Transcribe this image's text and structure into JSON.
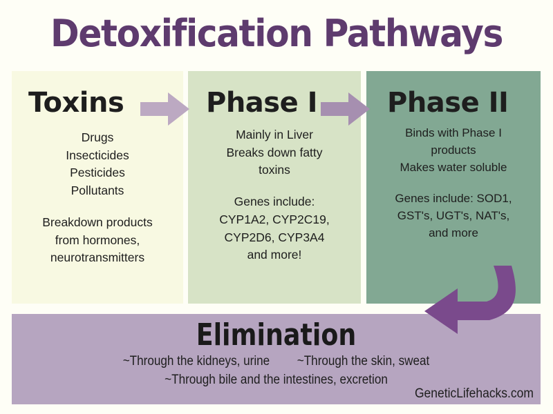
{
  "title": "Detoxification Pathways",
  "colors": {
    "page_background": "#FEFEF6",
    "title_purple": "#5E3B6E",
    "column_1_bg": "#F8F9E2",
    "column_2_bg": "#D7E3C6",
    "column_3_bg": "#82A893",
    "elimination_bg": "#B6A5C0",
    "arrow_light_mauve": "#BCA9C2",
    "arrow_mauve": "#A68FB0",
    "curved_arrow_purple": "#7A4A8C",
    "body_text": "#1E1E1E"
  },
  "columns": [
    {
      "heading": "Toxins",
      "block_1": [
        "Drugs",
        "Insecticides",
        "Pesticides",
        "Pollutants"
      ],
      "block_2": [
        "Breakdown products",
        "from hormones,",
        "neurotransmitters"
      ]
    },
    {
      "heading": "Phase I",
      "block_1": [
        "Mainly in Liver",
        "Breaks down fatty",
        "toxins"
      ],
      "block_2": [
        "Genes include:",
        "CYP1A2, CYP2C19,",
        "CYP2D6, CYP3A4",
        "and more!"
      ]
    },
    {
      "heading": "Phase II",
      "block_1": [
        "Binds with Phase I",
        "products",
        "Makes water soluble"
      ],
      "block_2": [
        "Genes include:  SOD1,",
        "GST's, UGT's, NAT's,",
        "and more"
      ]
    }
  ],
  "arrows": [
    {
      "name": "arrow-toxins-to-phase-1",
      "direction": "right",
      "color": "#BCA9C2"
    },
    {
      "name": "arrow-phase-1-to-phase-2",
      "direction": "right",
      "color": "#A68FB0"
    },
    {
      "name": "arrow-phase-2-to-elimination",
      "direction": "curved-left-down",
      "color": "#7A4A8C"
    }
  ],
  "elimination": {
    "heading": "Elimination",
    "line_1_left": "~Through the kidneys, urine",
    "line_1_right": "~Through the skin, sweat",
    "line_2": "~Through bile and the intestines, excretion"
  },
  "credit": "GeneticLifehacks.com"
}
